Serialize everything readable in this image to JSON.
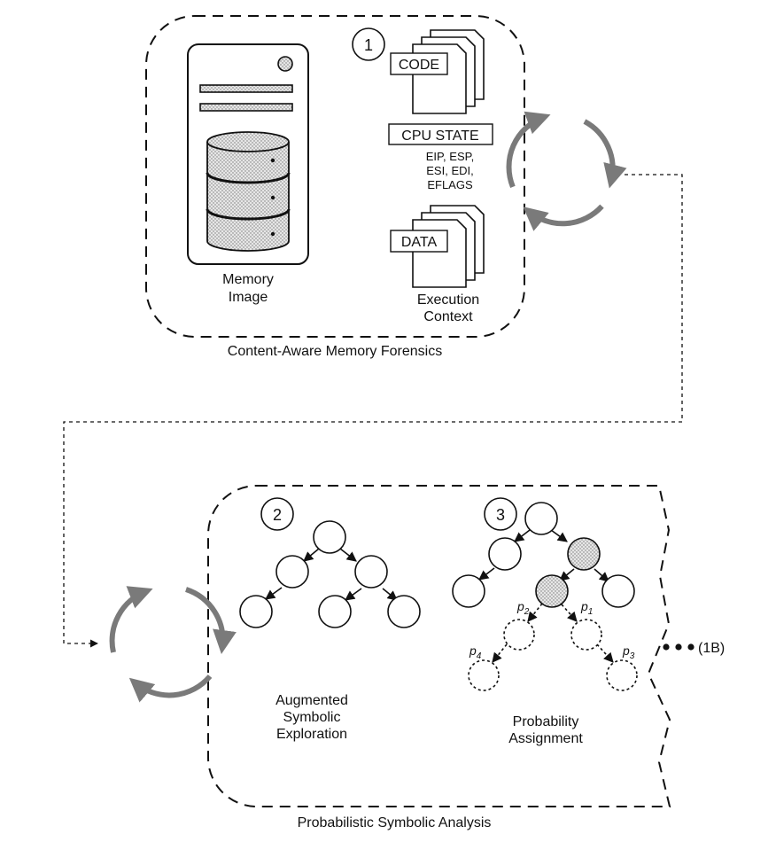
{
  "section1": {
    "number": "1",
    "memory_image_label": [
      "Memory",
      "Image"
    ],
    "code_label": "CODE",
    "cpu_state_label": "CPU STATE",
    "registers": [
      "EIP, ESP,",
      "ESI, EDI,",
      "EFLAGS"
    ],
    "data_label": "DATA",
    "execution_context_label": [
      "Execution",
      "Context"
    ],
    "caption": "Content-Aware Memory Forensics"
  },
  "section2": {
    "number": "2",
    "label": [
      "Augmented",
      "Symbolic",
      "Exploration"
    ]
  },
  "section3": {
    "number": "3",
    "label": [
      "Probability",
      "Assignment"
    ],
    "probabilities": [
      "p",
      "p",
      "p",
      "p"
    ],
    "probability_subscripts": [
      "2",
      "1",
      "4",
      "3"
    ]
  },
  "continuation": "(1B)",
  "bottom_caption": "Probabilistic Symbolic Analysis",
  "colors": {
    "stroke": "#111111",
    "cycle": "#7a7a7a",
    "shaded": "#d4d4d4"
  }
}
